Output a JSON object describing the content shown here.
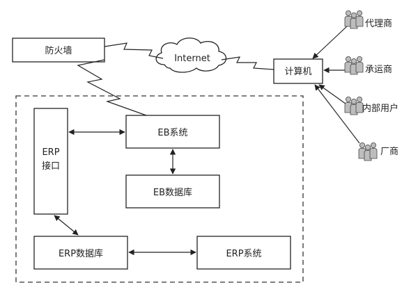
{
  "diagram": {
    "nodes": {
      "firewall": "防火墙",
      "internet": "Internet",
      "computer": "计算机",
      "erp_interface_line1": "ERP",
      "erp_interface_line2": "接口",
      "eb_system": "EB系统",
      "eb_database": "EB数据库",
      "erp_database": "ERP数据库",
      "erp_system": "ERP系统"
    },
    "users": [
      {
        "label": "代理商",
        "icon": "user-group-icon"
      },
      {
        "label": "承运商",
        "icon": "user-group-icon"
      },
      {
        "label": "内部用户",
        "icon": "user-group-icon"
      },
      {
        "label": "厂商",
        "icon": "user-group-icon"
      }
    ],
    "connections": [
      {
        "from": "firewall",
        "to": "internet",
        "style": "lightning"
      },
      {
        "from": "internet",
        "to": "computer",
        "style": "lightning"
      },
      {
        "from": "firewall",
        "to": "eb_system",
        "style": "lightning"
      },
      {
        "from": "erp_interface",
        "to": "eb_system",
        "style": "double-arrow"
      },
      {
        "from": "eb_system",
        "to": "eb_database",
        "style": "double-arrow"
      },
      {
        "from": "erp_interface",
        "to": "erp_database",
        "style": "double-arrow"
      },
      {
        "from": "erp_database",
        "to": "erp_system",
        "style": "double-arrow"
      },
      {
        "from": "users",
        "to": "computer",
        "style": "arrow"
      }
    ],
    "colors": {
      "stroke": "#222222",
      "background": "#ffffff"
    }
  }
}
